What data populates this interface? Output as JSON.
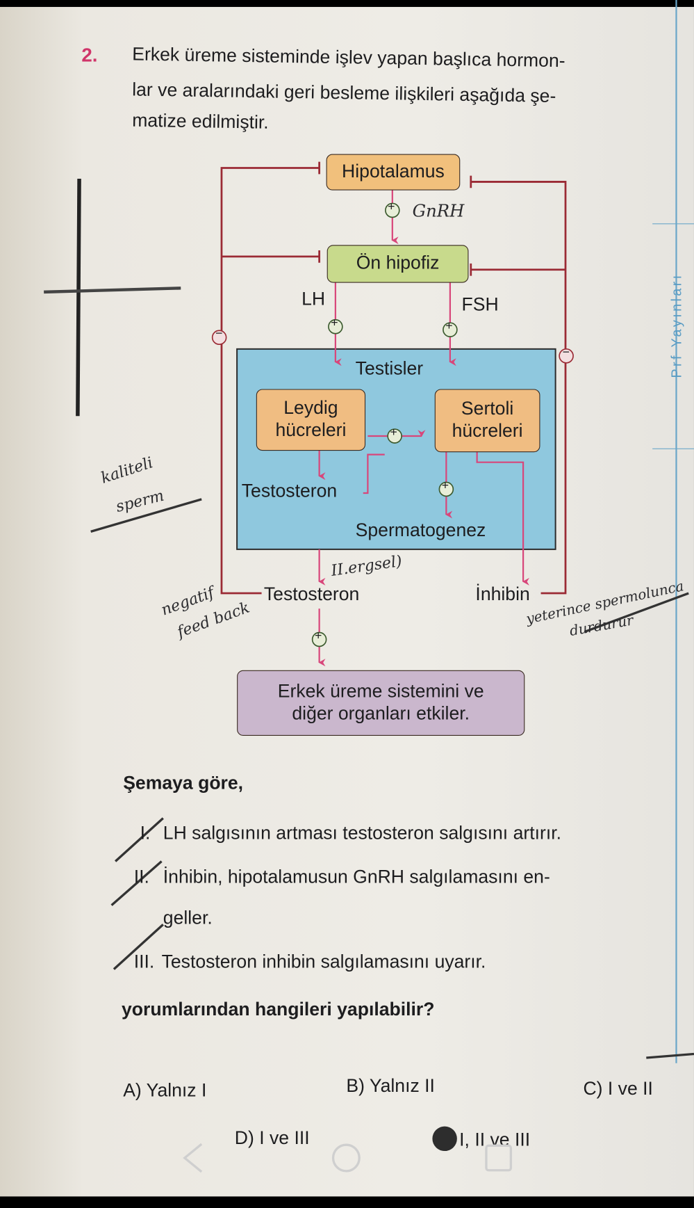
{
  "question": {
    "number": "2.",
    "lines": [
      "Erkek üreme sisteminde işlev yapan başlıca hormon-",
      "lar ve aralarındaki geri besleme ilişkileri aşağıda şe-",
      "matize edilmiştir."
    ]
  },
  "diagram": {
    "hypothalamus": "Hipotalamus",
    "anterior_pituitary": "Ön hipofiz",
    "lh": "LH",
    "fsh": "FSH",
    "testes": "Testisler",
    "leydig": [
      "Leydig",
      "hücreleri"
    ],
    "sertoli": [
      "Sertoli",
      "hücreleri"
    ],
    "testosterone_inner": "Testosteron",
    "spermatogenesis": "Spermatogenez",
    "testosterone": "Testosteron",
    "inhibin": "İnhibin",
    "effect": [
      "Erkek üreme sistemini ve",
      "diğer organları etkiler."
    ],
    "plus": "+",
    "minus": "−"
  },
  "handwriting": {
    "gnrh": "GnRH",
    "kaliteli": "kaliteli",
    "sperm": "sperm",
    "ergsel": "II.ergsel)",
    "negatif": "negatif",
    "feedback": "feed back",
    "yeterince": "yeterince spermolunca",
    "durdurur": "durdurur"
  },
  "publisher": "Prf Yayınları",
  "prompt": "Şemaya göre,",
  "statements": [
    {
      "num": "I.",
      "text": "LH salgısının artması testosteron salgısını artırır."
    },
    {
      "num": "II.",
      "text": "İnhibin, hipotalamusun GnRH salgılamasını en-",
      "cont": "geller."
    },
    {
      "num": "III.",
      "text": "Testosteron inhibin salgılamasını uyarır."
    }
  ],
  "question_end": "yorumlarından hangileri yapılabilir?",
  "options": {
    "a": "A) Yalnız I",
    "b": "B) Yalnız II",
    "c": "C) I ve II",
    "d": "D) I ve III",
    "e": "I, II ve III"
  },
  "colors": {
    "accent": "#d0356a",
    "feedback_line": "#9b2b35",
    "testis_fill": "#8fc8de",
    "hypothalamus_fill": "#f1c07c",
    "pituitary_fill": "#c8da8c",
    "effect_fill": "#cab7cd"
  }
}
